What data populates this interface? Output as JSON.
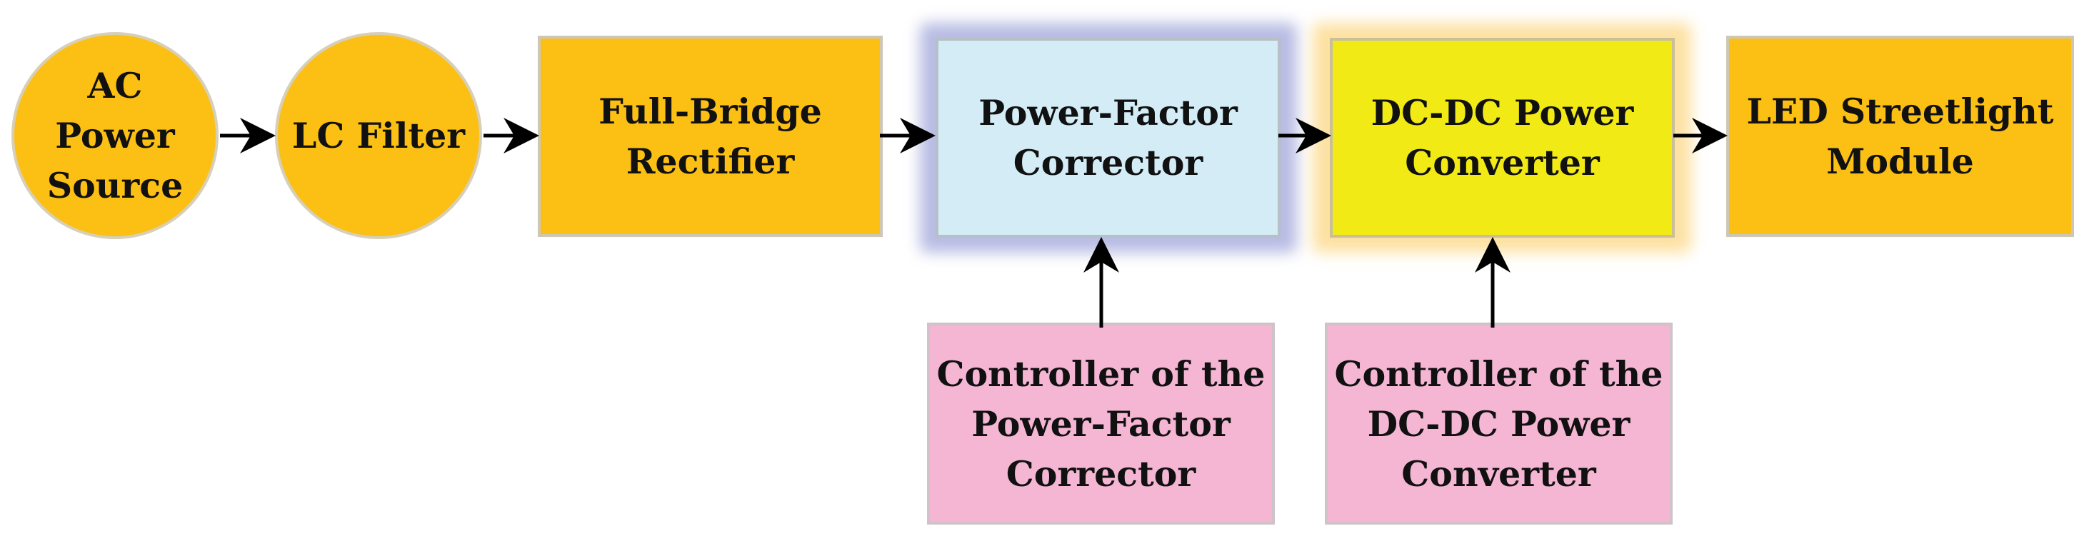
{
  "blocks": {
    "ac_source": {
      "lines": [
        "AC",
        "Power",
        "Source"
      ],
      "fill": "#fcbf14"
    },
    "lc_filter": {
      "lines": [
        "LC Filter"
      ],
      "fill": "#fcbf14"
    },
    "rectifier": {
      "lines": [
        "Full-Bridge",
        "Rectifier"
      ],
      "fill": "#fcbf14"
    },
    "pfc": {
      "lines": [
        "Power-Factor",
        "Corrector"
      ],
      "fill": "#d3ecf6"
    },
    "dcdc": {
      "lines": [
        "DC-DC Power",
        "Converter"
      ],
      "fill": "#f2ea14"
    },
    "led": {
      "lines": [
        "LED Streetlight",
        "Module"
      ],
      "fill": "#fcbf14"
    },
    "pfc_controller": {
      "lines": [
        "Controller of the",
        "Power-Factor",
        "Corrector"
      ],
      "fill": "#f5b6d4"
    },
    "dcdc_controller": {
      "lines": [
        "Controller of the",
        "DC-DC Power",
        "Converter"
      ],
      "fill": "#f5b6d4"
    }
  },
  "connections": [
    {
      "from": "AC Power Source",
      "to": "LC Filter"
    },
    {
      "from": "LC Filter",
      "to": "Full-Bridge Rectifier"
    },
    {
      "from": "Full-Bridge Rectifier",
      "to": "Power-Factor Corrector"
    },
    {
      "from": "Power-Factor Corrector",
      "to": "DC-DC Power Converter"
    },
    {
      "from": "DC-DC Power Converter",
      "to": "LED Streetlight Module"
    },
    {
      "from": "Controller of the Power-Factor Corrector",
      "to": "Power-Factor Corrector"
    },
    {
      "from": "Controller of the DC-DC Power Converter",
      "to": "DC-DC Power Converter"
    }
  ],
  "colors": {
    "orange": "#fcbf14",
    "light_blue": "#d3ecf6",
    "yellow": "#f2ea14",
    "pink": "#f5b6d4",
    "arrow": "#000000"
  }
}
